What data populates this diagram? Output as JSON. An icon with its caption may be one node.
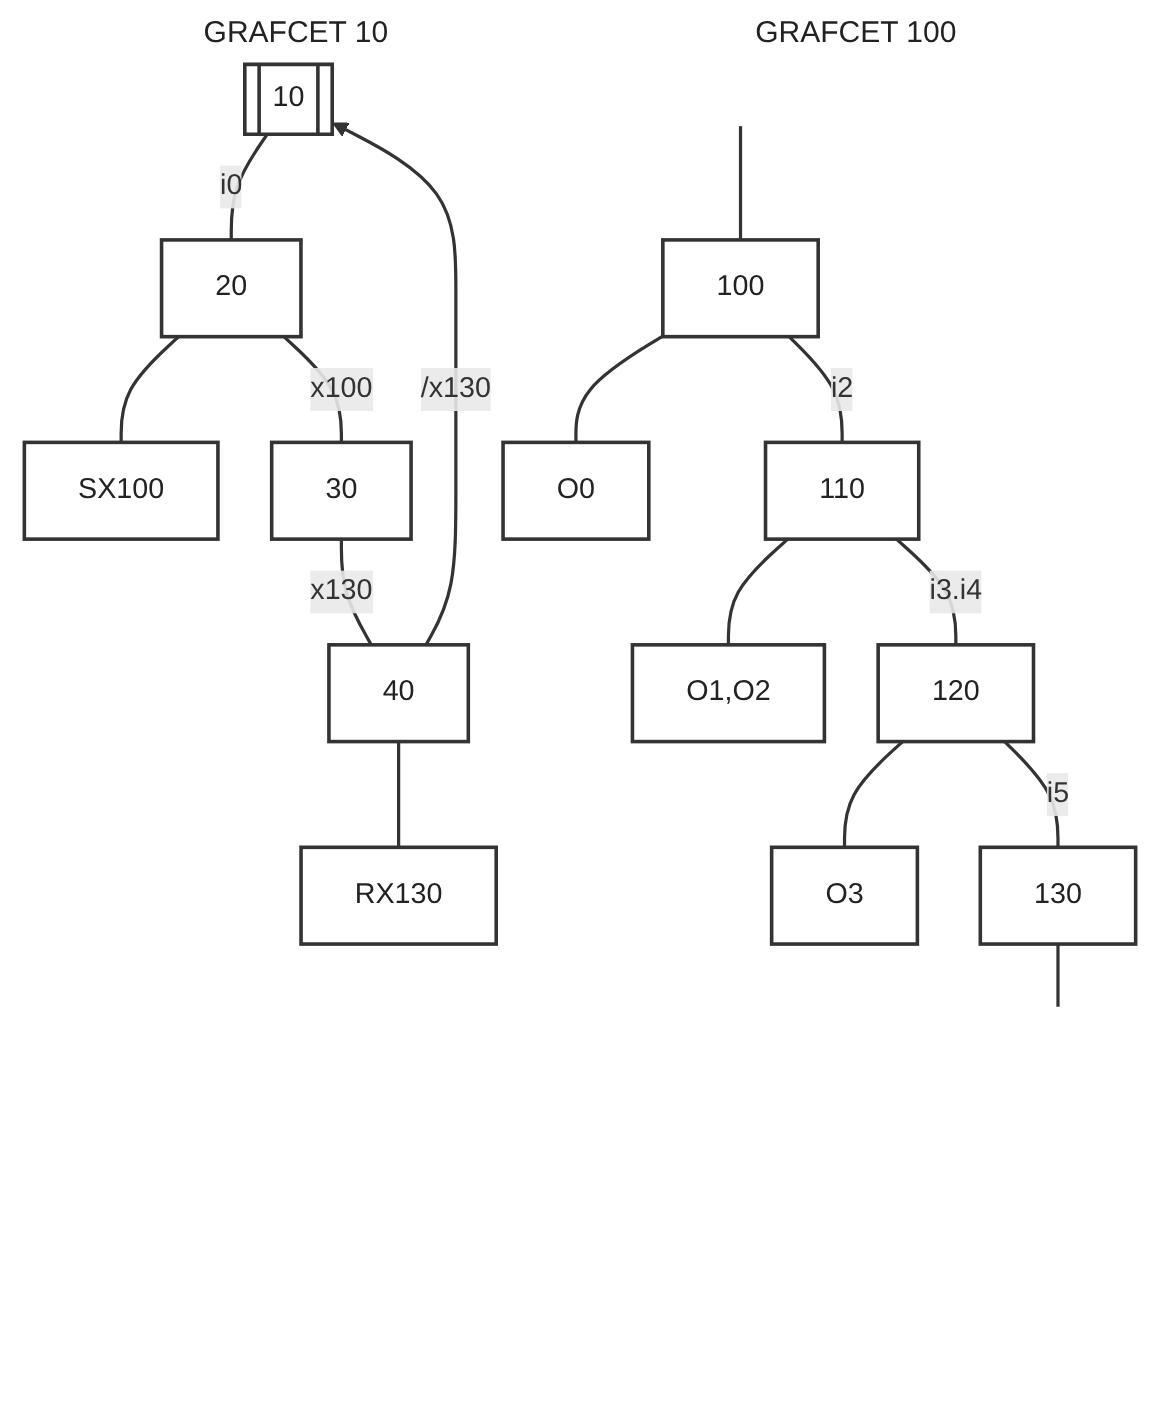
{
  "diagram": {
    "nodes": [
      {
        "text": [
          "10"
        ]
      },
      {
        "text": [
          "20"
        ]
      },
      {
        "text": [
          "SX100"
        ]
      },
      {
        "text": [
          "30"
        ]
      },
      {
        "text": [
          "40"
        ]
      },
      {
        "text": [
          "RX130"
        ]
      },
      {
        "text": [
          "100"
        ]
      },
      {
        "text": [
          "O0"
        ]
      },
      {
        "text": [
          "110"
        ]
      },
      {
        "text": [
          "O1,O2"
        ]
      },
      {
        "text": [
          "120"
        ]
      },
      {
        "text": [
          "O3"
        ]
      },
      {
        "text": [
          "130"
        ]
      }
    ],
    "edges": [
      {
        "from": 0,
        "to": 1,
        "arrow": "none",
        "label": "i0"
      },
      {
        "from": 1,
        "to": 2,
        "arrow": "none"
      },
      {
        "from": 1,
        "to": 3,
        "arrow": "none",
        "label": "x100"
      },
      {
        "from": 3,
        "to": 4,
        "arrow": "none",
        "label": "x130"
      },
      {
        "from": 4,
        "to": 5,
        "arrow": "none"
      },
      {
        "from": 4,
        "to": 0,
        "arrow": "to",
        "label": "/x130"
      },
      {
        "from": null,
        "to": 6,
        "arrow": "none"
      },
      {
        "from": 6,
        "to": 7,
        "arrow": "none"
      },
      {
        "from": 6,
        "to": 8,
        "arrow": "none",
        "label": "i2"
      },
      {
        "from": 8,
        "to": 9,
        "arrow": "none"
      },
      {
        "from": 8,
        "to": 10,
        "arrow": "none",
        "label": "i3.i4"
      },
      {
        "from": 10,
        "to": 11,
        "arrow": "none"
      },
      {
        "from": 10,
        "to": 12,
        "arrow": "none",
        "label": "i5"
      },
      {
        "from": 12,
        "to": null,
        "arrow": "none"
      }
    ],
    "labels": [
      "GRAFCET 10",
      "GRAFCET 100"
    ]
  }
}
